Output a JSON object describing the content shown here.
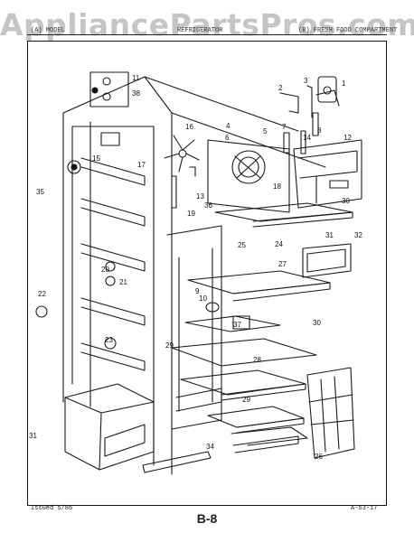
{
  "watermark": "AppliancePartsPros.com",
  "header": {
    "left": "(A) MODEL",
    "center": "REFRIGERATOR",
    "right": "(B) FRESH FOOD COMPARTMENT"
  },
  "footer": {
    "issued": "Issued 5/86",
    "page": "B-8",
    "code": "A-53-17"
  },
  "callouts": [
    "1",
    "2",
    "3",
    "4",
    "5",
    "6",
    "7",
    "8",
    "9",
    "10",
    "11",
    "12",
    "13",
    "14",
    "15",
    "16",
    "17",
    "18",
    "19",
    "20",
    "21",
    "22",
    "23",
    "24",
    "25",
    "26",
    "27",
    "28",
    "29",
    "30",
    "31",
    "32",
    "34",
    "35",
    "36",
    "37",
    "38"
  ]
}
